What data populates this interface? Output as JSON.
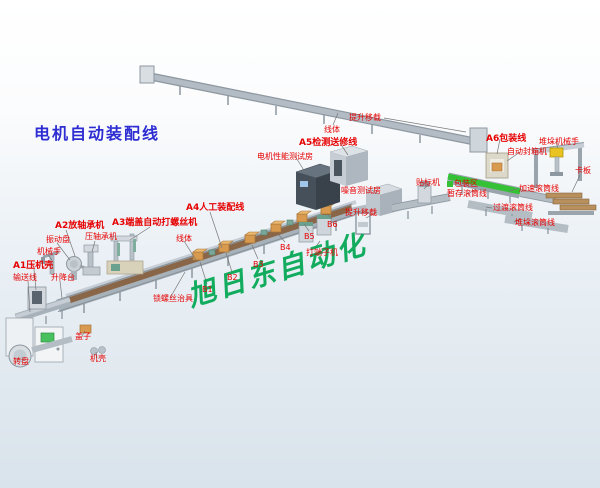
{
  "title": "电机自动装配线",
  "watermark": "旭日东自动化",
  "labels": {
    "a1": "A1压机壳",
    "feed_conveyor": "输送线",
    "lift_table": "升降台",
    "robot_arm": "机械手",
    "a2": "A2放轴承机",
    "vibration_bowl": "振动盘",
    "bearing_press": "压轴承机",
    "a3": "A3端盖自动打螺丝机",
    "line_body_left": "线体",
    "a4": "A4人工装配线",
    "screw_jig": "锁螺丝治具",
    "b1": "B1",
    "b2": "B2",
    "b3": "B3",
    "b4": "B4",
    "b5": "B5",
    "b6": "B6",
    "terminal_crimper": "打端子机",
    "motor_test_room": "电机性能测试房",
    "a5": "A5检测送修线",
    "line_body_top": "线体",
    "lift_transfer_top": "提升移载",
    "lift_transfer_mid": "提升移载",
    "noise_test_room": "噪音测试房",
    "labeling_machine": "贴标机",
    "packing_area": "包装区",
    "buffer_roller": "暂存滚筒线",
    "speedup_roller": "加速滚筒线",
    "transition_roller": "过渡滚筒线",
    "stacking_roller": "堆垛滚筒线",
    "a6": "A6包装线",
    "case_sealer": "自动封箱机",
    "stacking_robot": "堆垛机械手",
    "pallet": "卡板",
    "turntable": "转盘",
    "cover": "盖子",
    "housing": "机壳"
  },
  "colors": {
    "label_text": "#e60000",
    "title_text": "#2d2dd2",
    "watermark_text": "#00a651",
    "conveyor_frame": "#a7b1b9",
    "belt_brown": "#8a6648",
    "belt_green": "#35c135",
    "crate_orange": "#d89a4e",
    "test_room_dark": "#45505a",
    "pallet_brown": "#b8905e",
    "robot_yellow": "#e8c322",
    "background_top": "#ffffff",
    "background_bottom": "#d9e3eb"
  }
}
